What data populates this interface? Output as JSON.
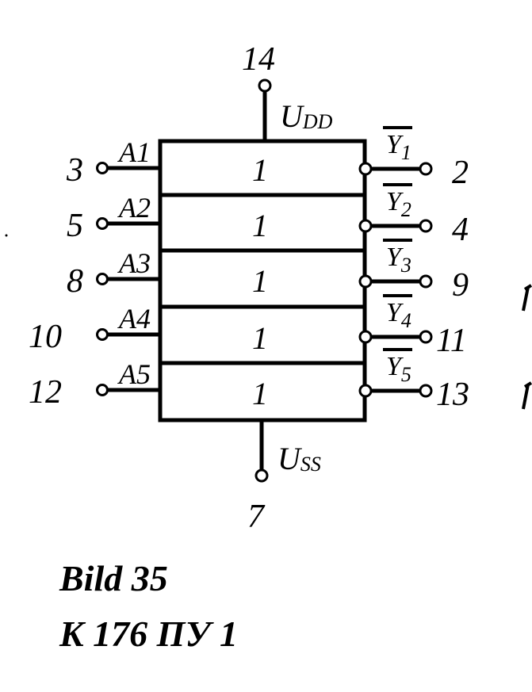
{
  "supply": {
    "top_pin": "14",
    "top_label_main": "U",
    "top_label_sub": "DD",
    "bottom_pin": "7",
    "bottom_label_main": "U",
    "bottom_label_sub": "SS"
  },
  "gates": [
    {
      "symbol": "1",
      "input_label": "A",
      "input_index": "1",
      "input_pin": "3",
      "output_label": "Y",
      "output_index": "1",
      "output_pin": "2"
    },
    {
      "symbol": "1",
      "input_label": "A",
      "input_index": "2",
      "input_pin": "5",
      "output_label": "Y",
      "output_index": "2",
      "output_pin": "4"
    },
    {
      "symbol": "1",
      "input_label": "A",
      "input_index": "3",
      "input_pin": "8",
      "output_label": "Y",
      "output_index": "3",
      "output_pin": "9"
    },
    {
      "symbol": "1",
      "input_label": "A",
      "input_index": "4",
      "input_pin": "10",
      "output_label": "Y",
      "output_index": "4",
      "output_pin": "11"
    },
    {
      "symbol": "1",
      "input_label": "A",
      "input_index": "5",
      "input_pin": "12",
      "output_label": "Y",
      "output_index": "5",
      "output_pin": "13"
    }
  ],
  "caption": {
    "figure": "Bild 35",
    "part": "K 176 ПУ 1"
  }
}
